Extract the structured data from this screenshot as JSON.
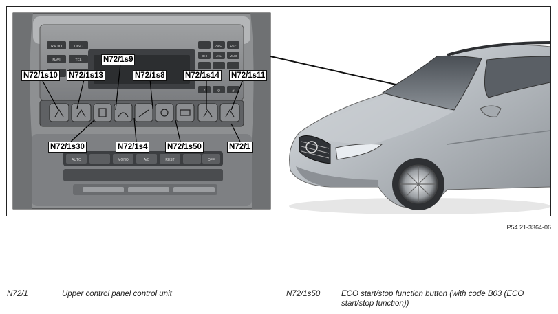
{
  "callouts": {
    "n72_1s10": "N72/1s10",
    "n72_1s13": "N72/1s13",
    "n72_1s9": "N72/1s9",
    "n72_1s8": "N72/1s8",
    "n72_1s14": "N72/1s14",
    "n72_1s11": "N72/1s11",
    "n72_1s30": "N72/1s30",
    "n72_1s4": "N72/1s4",
    "n72_1s50": "N72/1s50",
    "n72_1": "N72/1"
  },
  "panel_text": {
    "radio": "RADIO",
    "disc": "DISC",
    "navi": "NAVI",
    "tel": "TEL",
    "abc": "ABC",
    "def": "DEF",
    "ghi": "GHI",
    "jkl": "JKL",
    "mno": "MNO",
    "auto": "AUTO",
    "mono": "MONO",
    "ac": "A/C",
    "rest": "REST",
    "off": "OFF",
    "star": "*",
    "zero": "0",
    "hash": "#"
  },
  "figure_code": "P54.21-3364-06",
  "legend": [
    {
      "code": "N72/1",
      "description": "Upper control panel control unit"
    },
    {
      "code": "N72/1s50",
      "description": "ECO start/stop function button (with code B03 (ECO start/stop function))"
    }
  ]
}
